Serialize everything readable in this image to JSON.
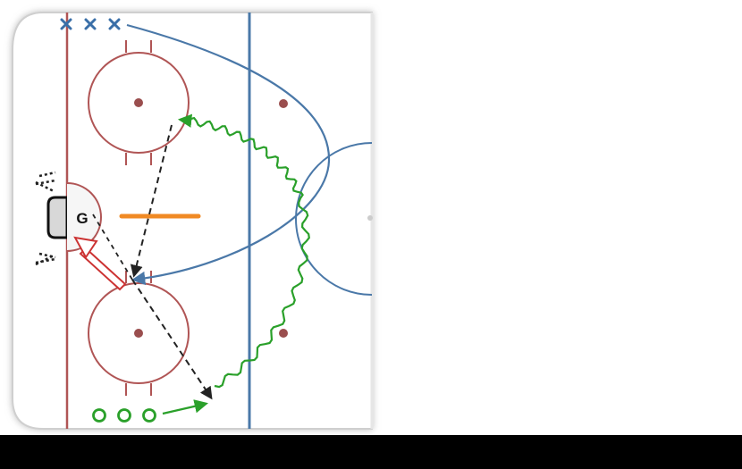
{
  "diagram": {
    "goalie_label": "G",
    "colors": {
      "red_line": "#b05555",
      "blue_line": "#4a78a8",
      "faceoff_dot": "#9a4e4e",
      "pass_arrow": "#222222",
      "skate_path": "#2aa02a",
      "puck_line": "#f08a24",
      "goalie_crease": "#b05555",
      "shot_arrow": "#cc3333",
      "player_x": "#3a6fa8",
      "player_o": "#2aa02a"
    },
    "players": {
      "x_group": [
        "x",
        "x",
        "x"
      ],
      "o_group": [
        "o",
        "o",
        "o"
      ]
    }
  }
}
